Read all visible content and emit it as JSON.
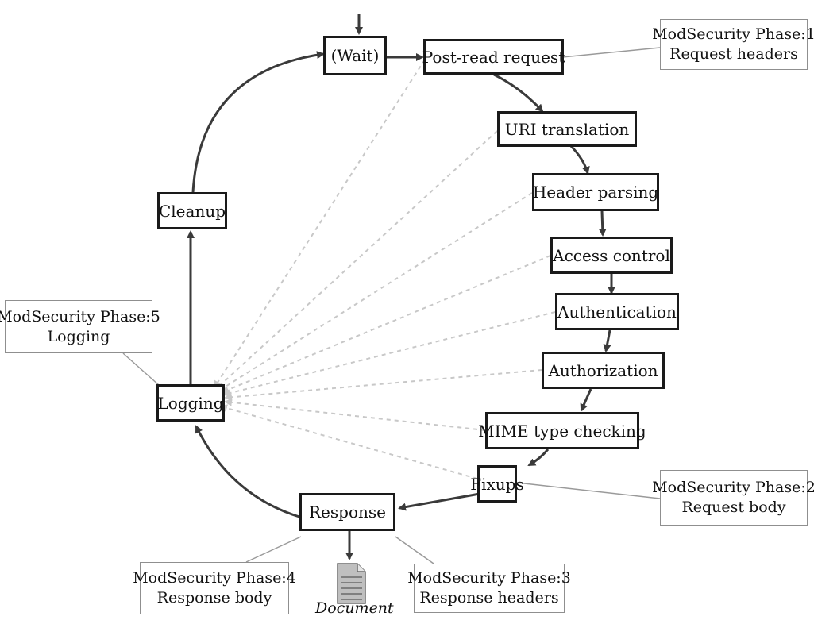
{
  "nodes": {
    "wait": "(Wait)",
    "post_read": "Post-read request",
    "uri_translation": "URI translation",
    "header_parsing": "Header parsing",
    "access_control": "Access control",
    "authentication": "Authentication",
    "authorization": "Authorization",
    "mime_check": "MIME type checking",
    "fixups": "Fixups",
    "response": "Response",
    "logging": "Logging",
    "cleanup": "Cleanup"
  },
  "notes": {
    "phase1": {
      "title": "ModSecurity Phase:1",
      "sub": "Request headers"
    },
    "phase2": {
      "title": "ModSecurity Phase:2",
      "sub": "Request body"
    },
    "phase3": {
      "title": "ModSecurity Phase:3",
      "sub": "Response headers"
    },
    "phase4": {
      "title": "ModSecurity Phase:4",
      "sub": "Response body"
    },
    "phase5": {
      "title": "ModSecurity Phase:5",
      "sub": "Logging"
    }
  },
  "document": {
    "label": "Document",
    "icon": "document-icon"
  },
  "colors": {
    "border": "#1a1a1a",
    "arrow": "#3a3a3a",
    "dashed": "#c8c8c8",
    "note_border": "#8f8f8f"
  }
}
